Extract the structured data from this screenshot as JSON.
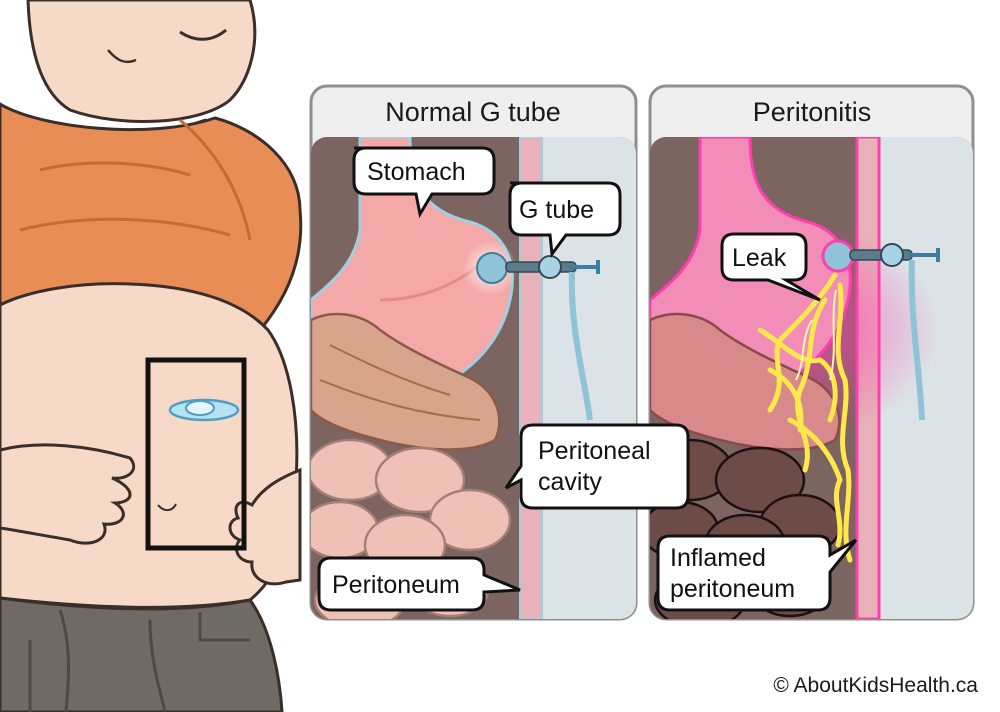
{
  "panels": {
    "normal": {
      "title": "Normal G tube"
    },
    "peritonitis": {
      "title": "Peritonitis"
    }
  },
  "labels": {
    "stomach": "Stomach",
    "g_tube": "G tube",
    "peritoneal_cavity_line1": "Peritoneal",
    "peritoneal_cavity_line2": "cavity",
    "peritoneum": "Peritoneum",
    "leak": "Leak",
    "inflamed_line1": "Inflamed",
    "inflamed_line2": "peritoneum"
  },
  "copyright": "© AboutKidsHealth.ca",
  "colors": {
    "skin": "#f6d9c6",
    "shirt": "#e88d55",
    "pants": "#6f6a64",
    "cavity": "#7c6460",
    "stomach": "#f4a8a8",
    "intestine": "#efc1b6",
    "wall": "#e7b2b9",
    "tube": "#8fc3d8",
    "inflammation": "#ff3fb0",
    "pus": "#ffe84a"
  }
}
